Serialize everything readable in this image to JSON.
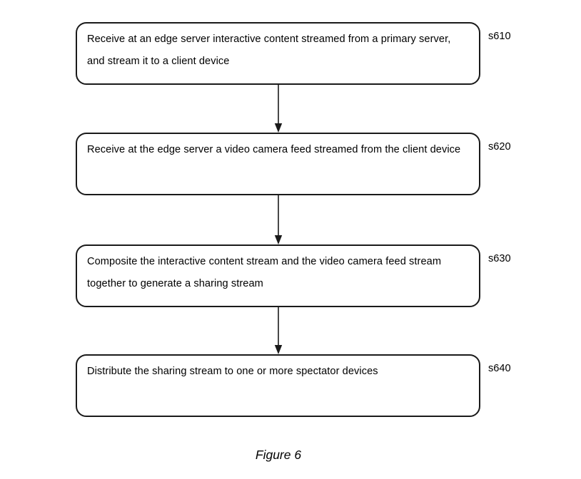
{
  "figure": {
    "caption": "Figure 6",
    "background_color": "#ffffff",
    "stroke_color": "#1a1a1a",
    "text_color": "#000000"
  },
  "diagram_data": {
    "type": "flowchart",
    "orientation": "vertical",
    "node_shape": "rounded-rectangle",
    "connector_style": "straight-arrow-down",
    "steps": [
      {
        "id": "s610",
        "label": "s610",
        "text": "Receive at an edge server interactive content streamed from a primary server, and stream it to a client device"
      },
      {
        "id": "s620",
        "label": "s620",
        "text": "Receive at the edge server a video camera feed streamed from the client device"
      },
      {
        "id": "s630",
        "label": "s630",
        "text": "Composite the interactive content stream and the video camera feed stream together to generate a sharing stream"
      },
      {
        "id": "s640",
        "label": "s640",
        "text": "Distribute the sharing stream to one or more spectator devices"
      }
    ],
    "connectors": [
      {
        "from": "s610",
        "to": "s620"
      },
      {
        "from": "s620",
        "to": "s630"
      },
      {
        "from": "s630",
        "to": "s640"
      }
    ]
  }
}
